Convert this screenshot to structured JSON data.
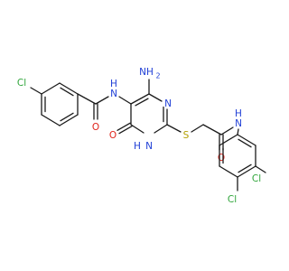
{
  "colors": {
    "carbon": "#1a1a1a",
    "nitrogen": "#1f3fd6",
    "oxygen": "#e0241b",
    "sulfur": "#b3a000",
    "chlorine": "#2fa53a"
  },
  "atoms": [
    {
      "id": "cl1",
      "text": "Cl",
      "element": "chlorine"
    },
    {
      "id": "o_amide1",
      "text": "O",
      "element": "oxygen"
    },
    {
      "id": "n_amide1",
      "text": "N",
      "element": "nitrogen"
    },
    {
      "id": "h_amide1",
      "text": "H",
      "element": "nitrogen"
    },
    {
      "id": "n_amino_h2",
      "text": "NH",
      "element": "nitrogen"
    },
    {
      "id": "n_amino_sub",
      "text": "2",
      "element": "nitrogen"
    },
    {
      "id": "n_pyr3",
      "text": "N",
      "element": "nitrogen"
    },
    {
      "id": "o_keto",
      "text": "O",
      "element": "oxygen"
    },
    {
      "id": "h_pyr1",
      "text": "H",
      "element": "nitrogen"
    },
    {
      "id": "n_pyr1",
      "text": "N",
      "element": "nitrogen"
    },
    {
      "id": "s_thio",
      "text": "S",
      "element": "sulfur"
    },
    {
      "id": "o_amide2",
      "text": "O",
      "element": "oxygen"
    },
    {
      "id": "n_amide2",
      "text": "N",
      "element": "nitrogen"
    },
    {
      "id": "h_amide2",
      "text": "H",
      "element": "nitrogen"
    },
    {
      "id": "cl3",
      "text": "Cl",
      "element": "chlorine"
    },
    {
      "id": "cl4",
      "text": "Cl",
      "element": "chlorine"
    }
  ]
}
